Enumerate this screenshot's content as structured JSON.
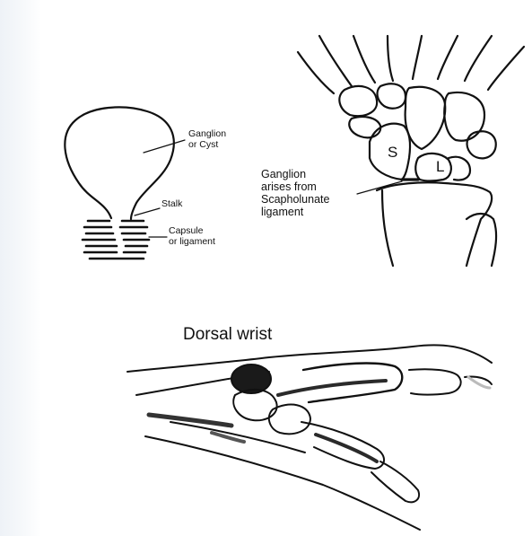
{
  "cyst_diagram": {
    "label_ganglion": "Ganglion\nor Cyst",
    "label_stalk": "Stalk",
    "label_capsule": "Capsule\nor ligament"
  },
  "wrist_bones_diagram": {
    "label_origin": "Ganglion\narises from\nScapholunate\nligament",
    "bone_s": "S",
    "bone_l": "L"
  },
  "side_view": {
    "title": "Dorsal wrist"
  }
}
